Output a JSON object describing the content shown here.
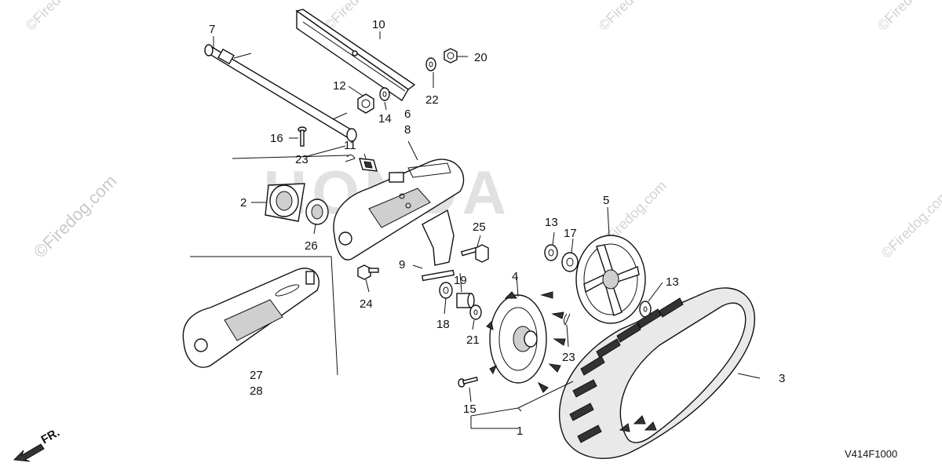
{
  "diagram": {
    "title": "",
    "brand_watermark": "HONDA",
    "watermarks": [
      "©Firedog.com",
      "©Firedog.com",
      "©Firedog.com",
      "©Firedog.com",
      "©Firedog.com",
      "©Firedog.com",
      "©Firedog.com"
    ],
    "direction_label": "FR.",
    "figure_code": "V414F1000",
    "callouts": [
      "1",
      "2",
      "3",
      "4",
      "5",
      "6",
      "7",
      "8",
      "9",
      "10",
      "11",
      "12",
      "13",
      "13",
      "14",
      "15",
      "16",
      "17",
      "18",
      "19",
      "20",
      "21",
      "22",
      "23",
      "23",
      "24",
      "25",
      "26",
      "27",
      "28"
    ]
  }
}
